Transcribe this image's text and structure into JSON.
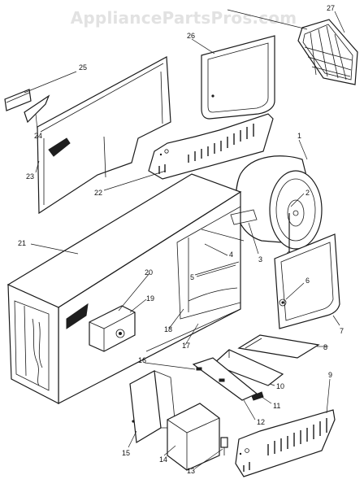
{
  "watermark": "AppliancePartsPros.com",
  "callouts": {
    "c1": "1",
    "c2": "2",
    "c3": "3",
    "c4": "4",
    "c5": "5",
    "c6": "6",
    "c7": "7",
    "c8": "8",
    "c9": "9",
    "c10": "10",
    "c11": "11",
    "c12": "12",
    "c13": "13",
    "c14": "14",
    "c15": "15",
    "c16": "16",
    "c17": "17",
    "c18": "18",
    "c19": "19",
    "c20": "20",
    "c21": "21",
    "c22": "22",
    "c23": "23",
    "c24": "24",
    "c25": "25",
    "c26": "26",
    "c27": "27"
  }
}
